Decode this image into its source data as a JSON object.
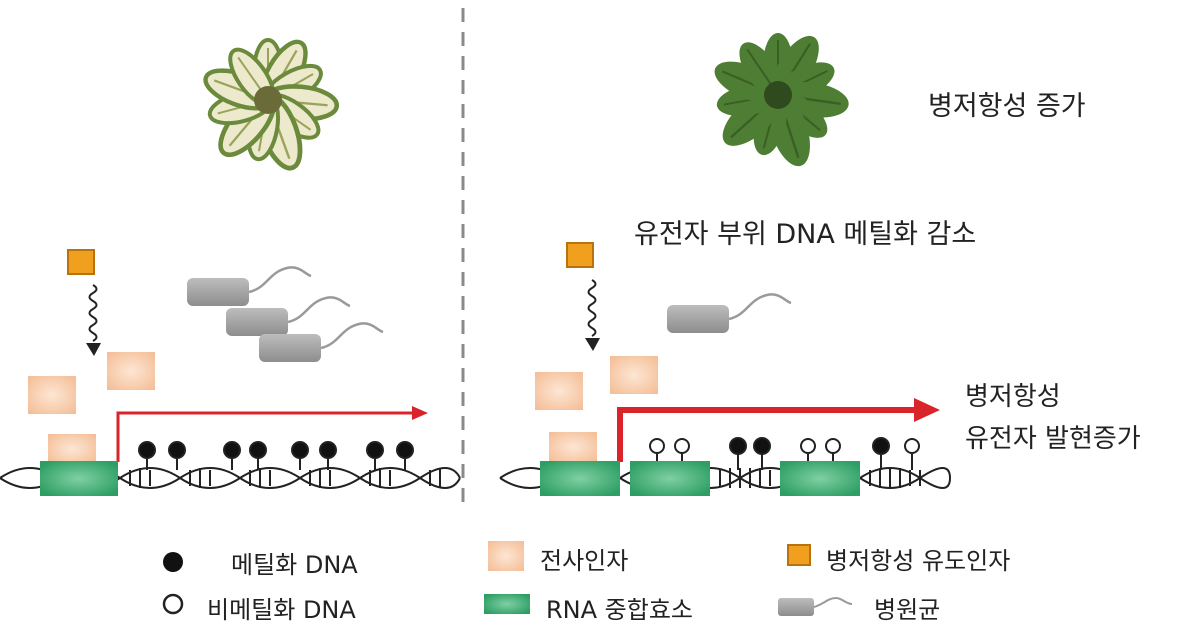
{
  "right_panel": {
    "resistance_title": "병저항성 증가",
    "methylation_decrease": "유전자 부위 DNA 메틸화 감소",
    "expression_line1": "병저항성",
    "expression_line2": "유전자 발현증가"
  },
  "legend": {
    "methylated": "메틸화 DNA",
    "unmethylated": "비메틸화 DNA",
    "transcription_factor": "전사인자",
    "rna_polymerase": "RNA 중합효소",
    "inducer": "병저항성 유도인자",
    "pathogen": "병원균"
  },
  "colors": {
    "inducer": "#f0a01e",
    "transcription_factor": "#f6c8a8",
    "rna_polymerase": "#2e9e64",
    "arrow": "#d8242a",
    "pathogen": "#a0a0a0",
    "leaf_healthy": "#4a7a2e",
    "leaf_diseased": "#e8e6c6"
  },
  "icons": [
    "plant-diseased",
    "plant-healthy",
    "pathogen-bacterium",
    "dna-helix",
    "methylated-dot",
    "unmethylated-dot"
  ]
}
